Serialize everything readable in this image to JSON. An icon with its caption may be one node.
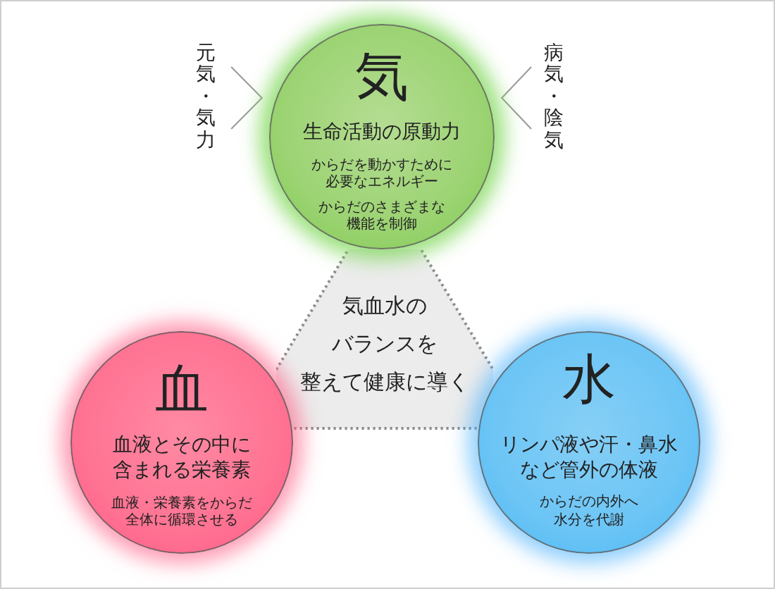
{
  "diagram": {
    "nodes": [
      {
        "text": [
          "元気・気力"
        ]
      },
      {
        "text": [
          "気",
          "生命活動の原動力",
          "からだを動かすために必要なエネルギー",
          "からだのさまざまな機能を制御"
        ]
      },
      {
        "text": [
          "病気・陰気"
        ]
      },
      {
        "text": [
          "気血水のバランスを整えて健康に導く"
        ]
      },
      {
        "text": [
          "血",
          "血液とその中に含まれる栄養素",
          "血液・栄養素をからだ全体に循環させる"
        ]
      },
      {
        "text": [
          "水",
          "リンパ液や汗・鼻水など管外の体液",
          "からだの内外へ水分を代謝"
        ]
      }
    ],
    "edges": [
      {
        "from": 0,
        "to": 1,
        "arrow": "to"
      },
      {
        "from": 2,
        "to": 1,
        "arrow": "to"
      }
    ]
  }
}
